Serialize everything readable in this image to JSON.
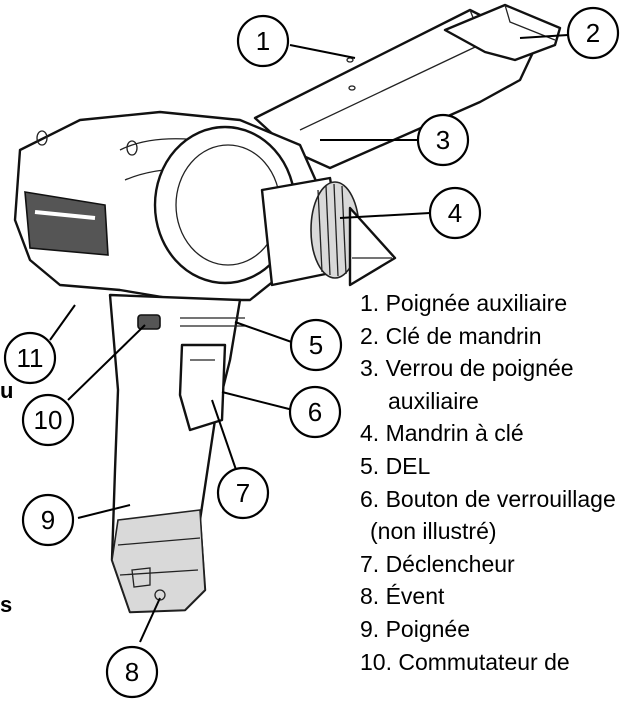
{
  "callouts": [
    "1",
    "2",
    "3",
    "4",
    "5",
    "6",
    "7",
    "8",
    "9",
    "10",
    "11"
  ],
  "legend": {
    "items": [
      "1.  Poignée auxiliaire",
      "2.  Clé de mandrin",
      "3. Verrou de poignée",
      "auxiliaire",
      "4.  Mandrin à clé",
      "5. DEL",
      "6. Bouton de verrouillage",
      "(non illustré)",
      "7. Déclencheur",
      "8.  Évent",
      "9. Poignée",
      "10. Commutateur de"
    ]
  },
  "edge_fragments": [
    "u",
    "s"
  ],
  "colors": {
    "ink": "#000000",
    "background": "#ffffff",
    "shade": "#d9d9d9"
  }
}
